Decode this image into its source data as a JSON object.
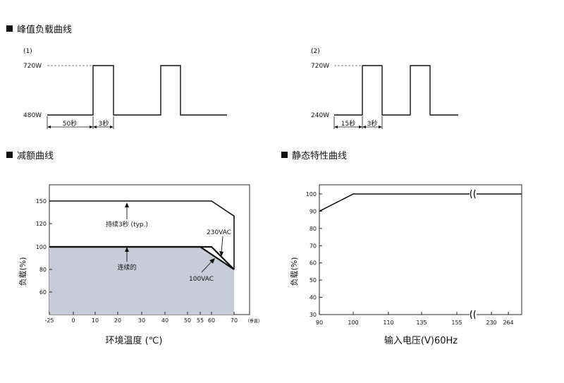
{
  "sections": {
    "peak": "峰值负载曲线",
    "derating": "减额曲线",
    "static": "静态特性曲线"
  },
  "peak1": {
    "label": "(1)",
    "high_label": "720W",
    "low_label": "480W",
    "dim1": "50秒",
    "dim2": "3秒"
  },
  "peak2": {
    "label": "(2)",
    "high_label": "720W",
    "low_label": "240W",
    "dim1": "15秒",
    "dim2": "3秒"
  },
  "chart_data": [
    {
      "type": "line",
      "title": "",
      "xlabel": "环境温度 (℃)",
      "ylabel": "负载(%)",
      "x_unit_note": "(垂直)",
      "x_ticks": [
        -25,
        0,
        10,
        20,
        30,
        40,
        50,
        55,
        60,
        70
      ],
      "y_ticks": [
        60,
        80,
        100,
        120,
        150
      ],
      "xlim": [
        -25,
        70
      ],
      "series": [
        {
          "values": [
            [
              -25,
              150
            ],
            [
              60,
              150
            ],
            [
              70,
              130
            ],
            [
              70,
              80
            ]
          ]
        },
        {
          "values": [
            [
              -25,
              100
            ],
            [
              60,
              100
            ],
            [
              70,
              80
            ]
          ]
        },
        {
          "values": [
            [
              -25,
              100
            ],
            [
              55,
              100
            ],
            [
              70,
              80
            ]
          ]
        }
      ],
      "annotations": [
        "持续3秒 (typ.)",
        "连续的",
        "230VAC",
        "100VAC"
      ]
    },
    {
      "type": "line",
      "title": "",
      "xlabel": "输入电压(V)60Hz",
      "ylabel": "负载(%)",
      "x_ticks": [
        90,
        100,
        110,
        135,
        155,
        230,
        264
      ],
      "y_ticks": [
        30,
        40,
        50,
        60,
        70,
        80,
        90,
        100
      ],
      "ylim": [
        30,
        100
      ],
      "series": [
        {
          "values": [
            [
              90,
              90
            ],
            [
              100,
              100
            ],
            [
              264,
              100
            ]
          ]
        }
      ]
    }
  ]
}
